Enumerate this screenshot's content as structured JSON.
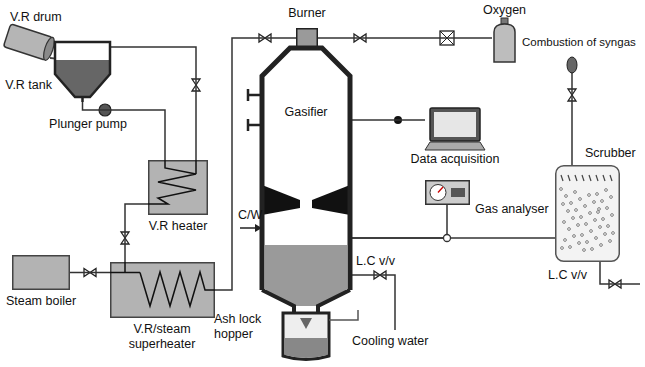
{
  "diagram": {
    "nodes": [
      {
        "text": [
          "V.R tank"
        ]
      },
      {
        "text": [
          "V.R heater"
        ]
      },
      {
        "text": [
          "Steam boiler"
        ]
      },
      {
        "text": [
          "V.R/steam superheater"
        ]
      },
      {
        "text": [
          "Burner"
        ]
      },
      {
        "text": [
          "Gasifier"
        ]
      },
      {
        "text": [
          "Oxygen"
        ]
      },
      {
        "text": [
          "Data acquisition"
        ]
      },
      {
        "text": [
          "Gas analyser"
        ]
      },
      {
        "text": [
          "Scrubber"
        ]
      }
    ],
    "edges": [
      {
        "from": 0,
        "to": 1,
        "arrow": "none"
      },
      {
        "from": 1,
        "to": 0,
        "arrow": "none"
      },
      {
        "from": 1,
        "to": 3,
        "arrow": "none"
      },
      {
        "from": 2,
        "to": 3,
        "arrow": "none"
      },
      {
        "from": 3,
        "to": 4,
        "arrow": "none"
      },
      {
        "from": 6,
        "to": 4,
        "arrow": "none"
      },
      {
        "from": 5,
        "to": 7,
        "arrow": "none"
      },
      {
        "from": 5,
        "to": 9,
        "arrow": "none"
      },
      {
        "from": 5,
        "to": 8,
        "arrow": "none"
      }
    ],
    "labels": [
      "V.R drum",
      "Combustion of syngas",
      "Plunger pump",
      "C/W",
      "L.C v/v",
      "L.C v/v",
      "Ash lock hopper",
      "Cooling water"
    ]
  }
}
